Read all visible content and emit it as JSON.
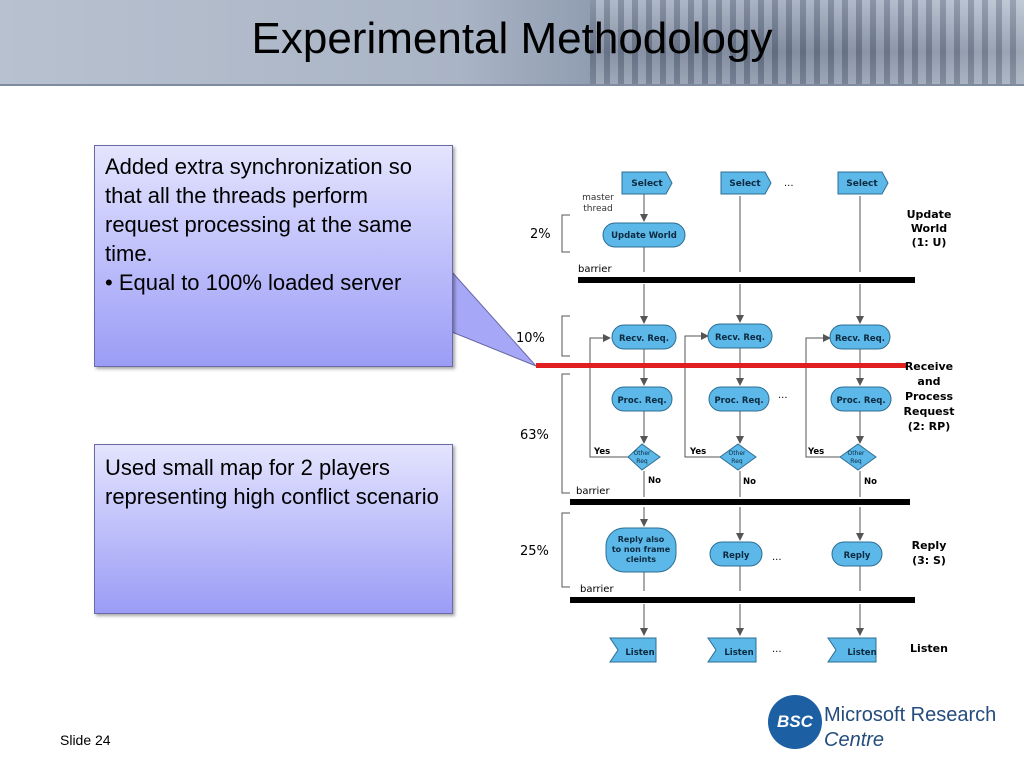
{
  "slide": {
    "title": "Experimental Methodology",
    "slide_number": "Slide 24"
  },
  "callouts": [
    {
      "line1": "Added extra synchronization so that all the threads perform request processing at the same time.",
      "line2": "• Equal to 100% loaded server"
    },
    {
      "line1": "Used small map for 2 players representing high conflict scenario"
    }
  ],
  "logo": {
    "mark": "BSC",
    "line1": "Microsoft Research",
    "line2": "Centre"
  },
  "diagram": {
    "colors": {
      "node_fill": "#5bb8e8",
      "node_stroke": "#2d6e93",
      "barrier": "#000000",
      "highlight": "#e02020"
    },
    "phases": [
      {
        "percent": "2%",
        "label": [
          "Update",
          "World",
          "(1: U)"
        ]
      },
      {
        "percent": "10%",
        "label": [
          "Receive",
          "and",
          "Process",
          "Request",
          "(2: RP)"
        ]
      },
      {
        "percent": "63%"
      },
      {
        "percent": "25%",
        "label": [
          "Reply",
          "(3: S)"
        ]
      },
      {
        "label": [
          "Listen"
        ]
      }
    ],
    "master_thread": [
      "master",
      "thread"
    ],
    "barrier_label": "barrier",
    "nodes": {
      "select": "Select",
      "update_world": "Update World",
      "recv": "Recv. Req.",
      "proc": "Proc. Req.",
      "other": [
        "Other",
        "Req"
      ],
      "reply_special": [
        "Reply also",
        "to non frame",
        "cleints"
      ],
      "reply": "Reply",
      "listen": "Listen",
      "yes": "Yes",
      "no": "No",
      "ellipsis": "..."
    }
  }
}
